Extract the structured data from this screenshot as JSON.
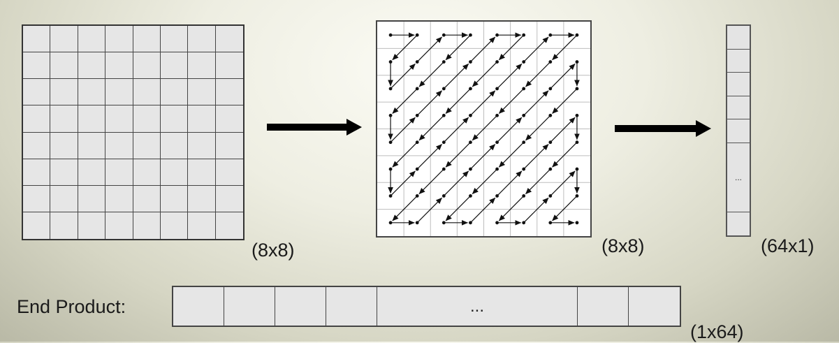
{
  "input_block": {
    "label": "(8x8)"
  },
  "zigzag_block": {
    "label": "(8x8)"
  },
  "vector_column": {
    "label": "(64x1)",
    "ellipsis": "..."
  },
  "end_product": {
    "title": "End Product:",
    "ellipsis": "...",
    "label": "(1x64)"
  }
}
